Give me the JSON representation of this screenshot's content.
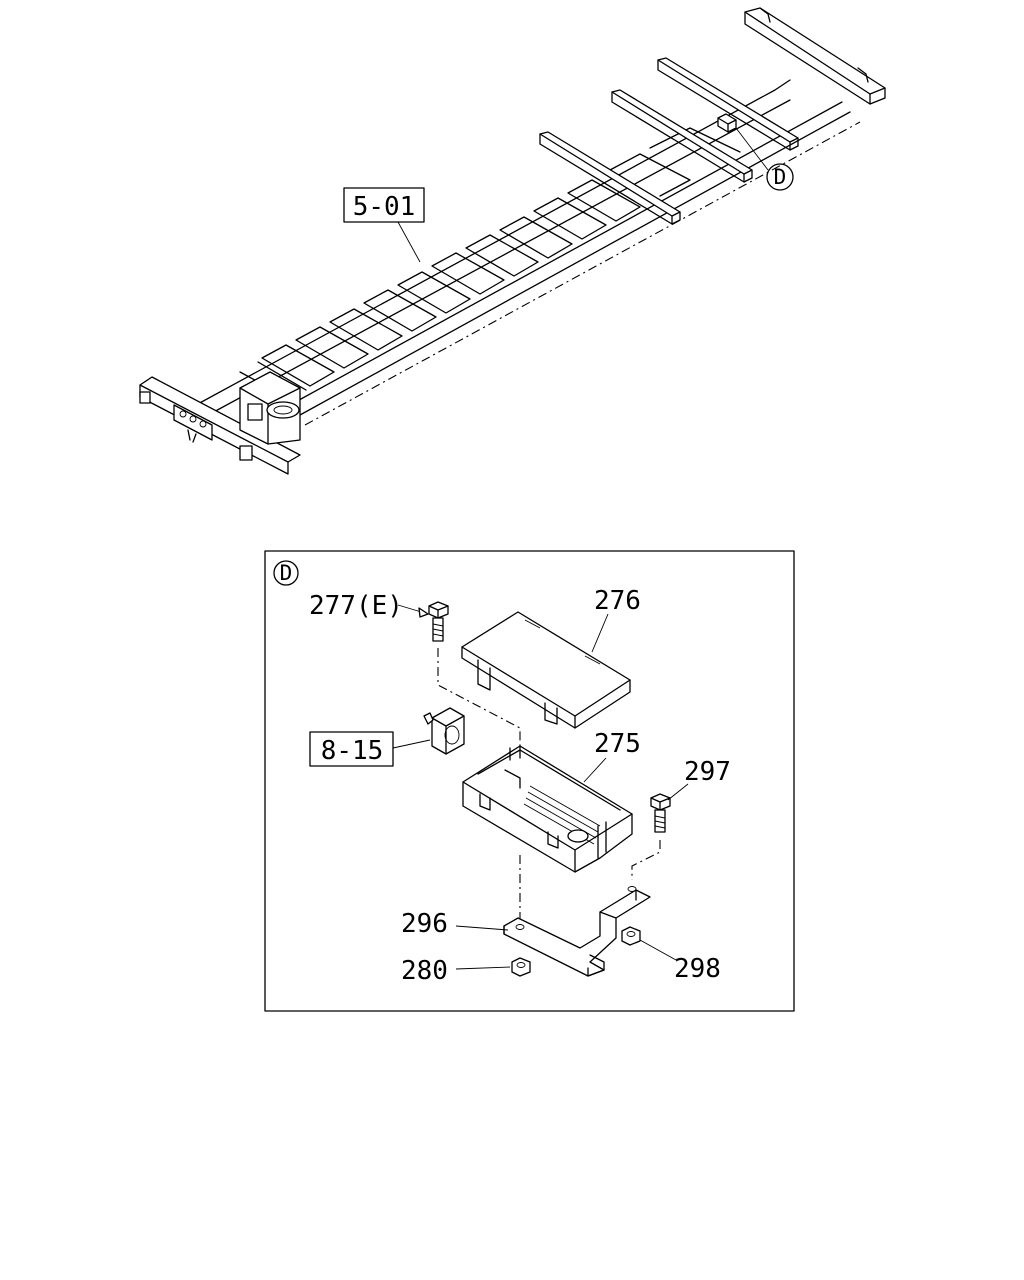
{
  "diagram": {
    "refs": {
      "frame": "5-01",
      "sub": "8-15"
    },
    "detail_marker": "D",
    "detail_title": "D",
    "parts": {
      "p277": "277(E)",
      "p276": "276",
      "p275": "275",
      "p297": "297",
      "p296": "296",
      "p280": "280",
      "p298": "298"
    }
  }
}
